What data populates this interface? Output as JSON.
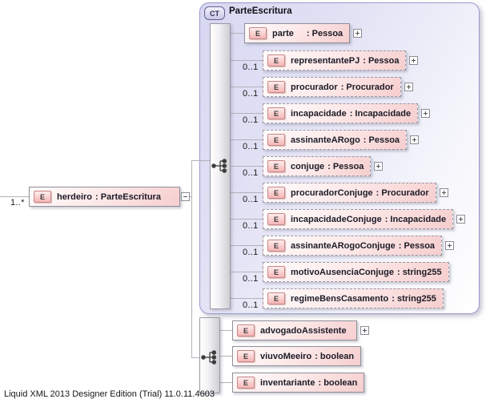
{
  "root": {
    "occurs": "1..*",
    "element": {
      "icon": "E",
      "name": "herdeiro",
      "type_label": ": ParteEscritura"
    }
  },
  "complex_type": {
    "badge": "CT",
    "title": "ParteEscritura",
    "children": [
      {
        "icon": "E",
        "name": "parte",
        "type_label": ": Pessoa",
        "occurs": ""
      },
      {
        "icon": "E",
        "name": "representantePJ",
        "type_label": ": Pessoa",
        "occurs": "0..1"
      },
      {
        "icon": "E",
        "name": "procurador",
        "type_label": ": Procurador",
        "occurs": "0..1"
      },
      {
        "icon": "E",
        "name": "incapacidade",
        "type_label": ": Incapacidade",
        "occurs": "0..1"
      },
      {
        "icon": "E",
        "name": "assinanteARogo",
        "type_label": ": Pessoa",
        "occurs": "0..1"
      },
      {
        "icon": "E",
        "name": "conjuge",
        "type_label": ": Pessoa",
        "occurs": "0..1"
      },
      {
        "icon": "E",
        "name": "procuradorConjuge",
        "type_label": ": Procurador",
        "occurs": "0..1"
      },
      {
        "icon": "E",
        "name": "incapacidadeConjuge",
        "type_label": ": Incapacidade",
        "occurs": "0..1"
      },
      {
        "icon": "E",
        "name": "assinanteARogoConjuge",
        "type_label": ": Pessoa",
        "occurs": "0..1"
      },
      {
        "icon": "E",
        "name": "motivoAusenciaConjuge",
        "type_label": ": string255",
        "occurs": "0..1"
      },
      {
        "icon": "E",
        "name": "regimeBensCasamento",
        "type_label": ": string255",
        "occurs": "0..1"
      }
    ]
  },
  "sequence_group": {
    "children": [
      {
        "icon": "E",
        "name": "advogadoAssistente",
        "type_label": ""
      },
      {
        "icon": "E",
        "name": "viuvoMeeiro",
        "type_label": ": boolean"
      },
      {
        "icon": "E",
        "name": "inventariante",
        "type_label": ": boolean"
      }
    ]
  },
  "statusbar": {
    "text": "Liquid XML 2013 Designer Edition (Trial) 11.0.11.4603"
  }
}
